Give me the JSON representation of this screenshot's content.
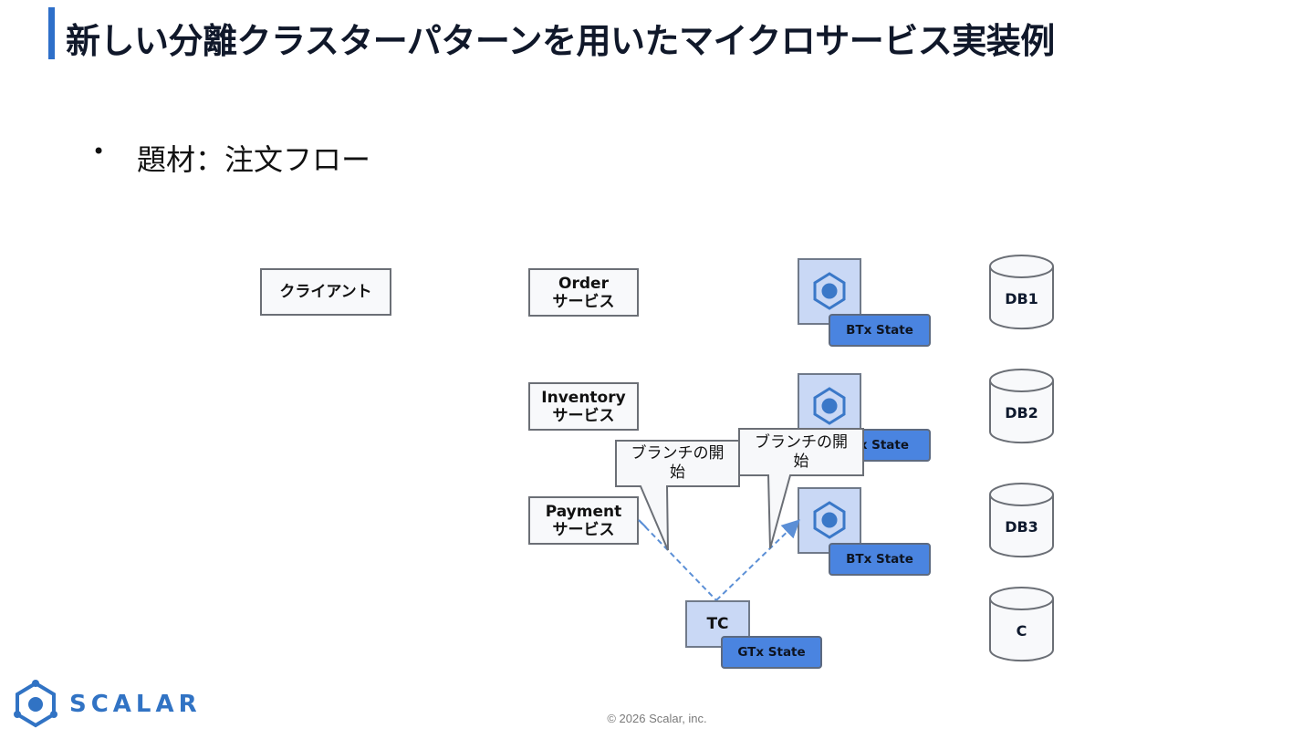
{
  "title": "新しい分離クラスターパターンを用いたマイクロサービス実装例",
  "bullet": {
    "marker": "•",
    "text": "題材：注文フロー"
  },
  "client": {
    "label": "クライアント"
  },
  "services": [
    {
      "line1": "Order",
      "line2": "サービス"
    },
    {
      "line1": "Inventory",
      "line2": "サービス"
    },
    {
      "line1": "Payment",
      "line2": "サービス"
    }
  ],
  "states": [
    "BTx State",
    "x State",
    "BTx State"
  ],
  "tc": {
    "label": "TC",
    "state": "GTx State"
  },
  "callouts": [
    {
      "line1": "ブランチの開",
      "line2": "始"
    },
    {
      "line1": "ブランチの開",
      "line2": "始"
    }
  ],
  "databases": [
    "DB1",
    "DB2",
    "DB3",
    "C"
  ],
  "logo": {
    "text": "SCALAR"
  },
  "footer": "© 2026 Scalar, inc.",
  "colors": {
    "accent": "#2e6fc9",
    "node_fill": "#c9d8f5",
    "state_fill": "#4a84e0",
    "arrow": "#5b8fd6"
  }
}
